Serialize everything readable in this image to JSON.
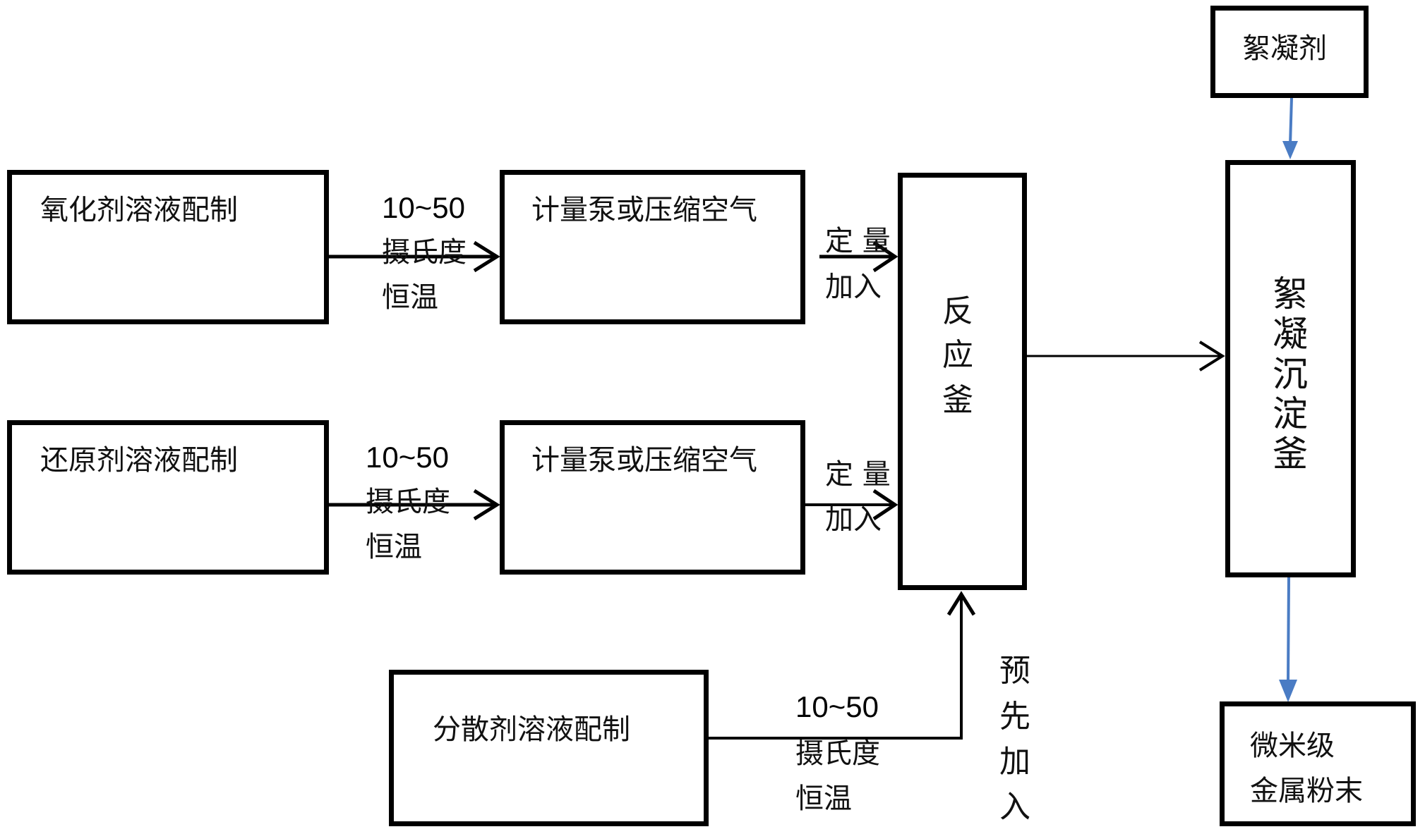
{
  "nodes": {
    "oxidizer_prep": "氧化剂溶液配制",
    "reductant_prep": "还原剂溶液配制",
    "dispersant_prep": "分散剂溶液配制",
    "pump_1": "计量泵或压缩空气",
    "pump_2": "计量泵或压缩空气",
    "reactor": [
      "反",
      "应",
      "釜"
    ],
    "flocculant": "絮凝剂",
    "flocculation_tank": [
      "絮",
      "凝",
      "沉",
      "淀",
      "釜"
    ],
    "product": [
      "微米级",
      "金属粉末"
    ]
  },
  "edge_labels": {
    "oxidizer_temp": {
      "range": "10~50",
      "unit": "摄氏度",
      "note": "恒温"
    },
    "reductant_temp": {
      "range": "10~50",
      "unit": "摄氏度",
      "note": "恒温"
    },
    "dispersant_temp": {
      "range": "10~50",
      "unit": "摄氏度",
      "note": "恒温"
    },
    "dose_1": {
      "line1": "定 量",
      "line2": "加入"
    },
    "dose_2": {
      "line1": "定 量",
      "line2": "加入"
    },
    "pre_add": [
      "预",
      "先",
      "加",
      "入"
    ]
  },
  "colors": {
    "line": "#000000",
    "flocculant_arrow": "#4a7cc4"
  }
}
